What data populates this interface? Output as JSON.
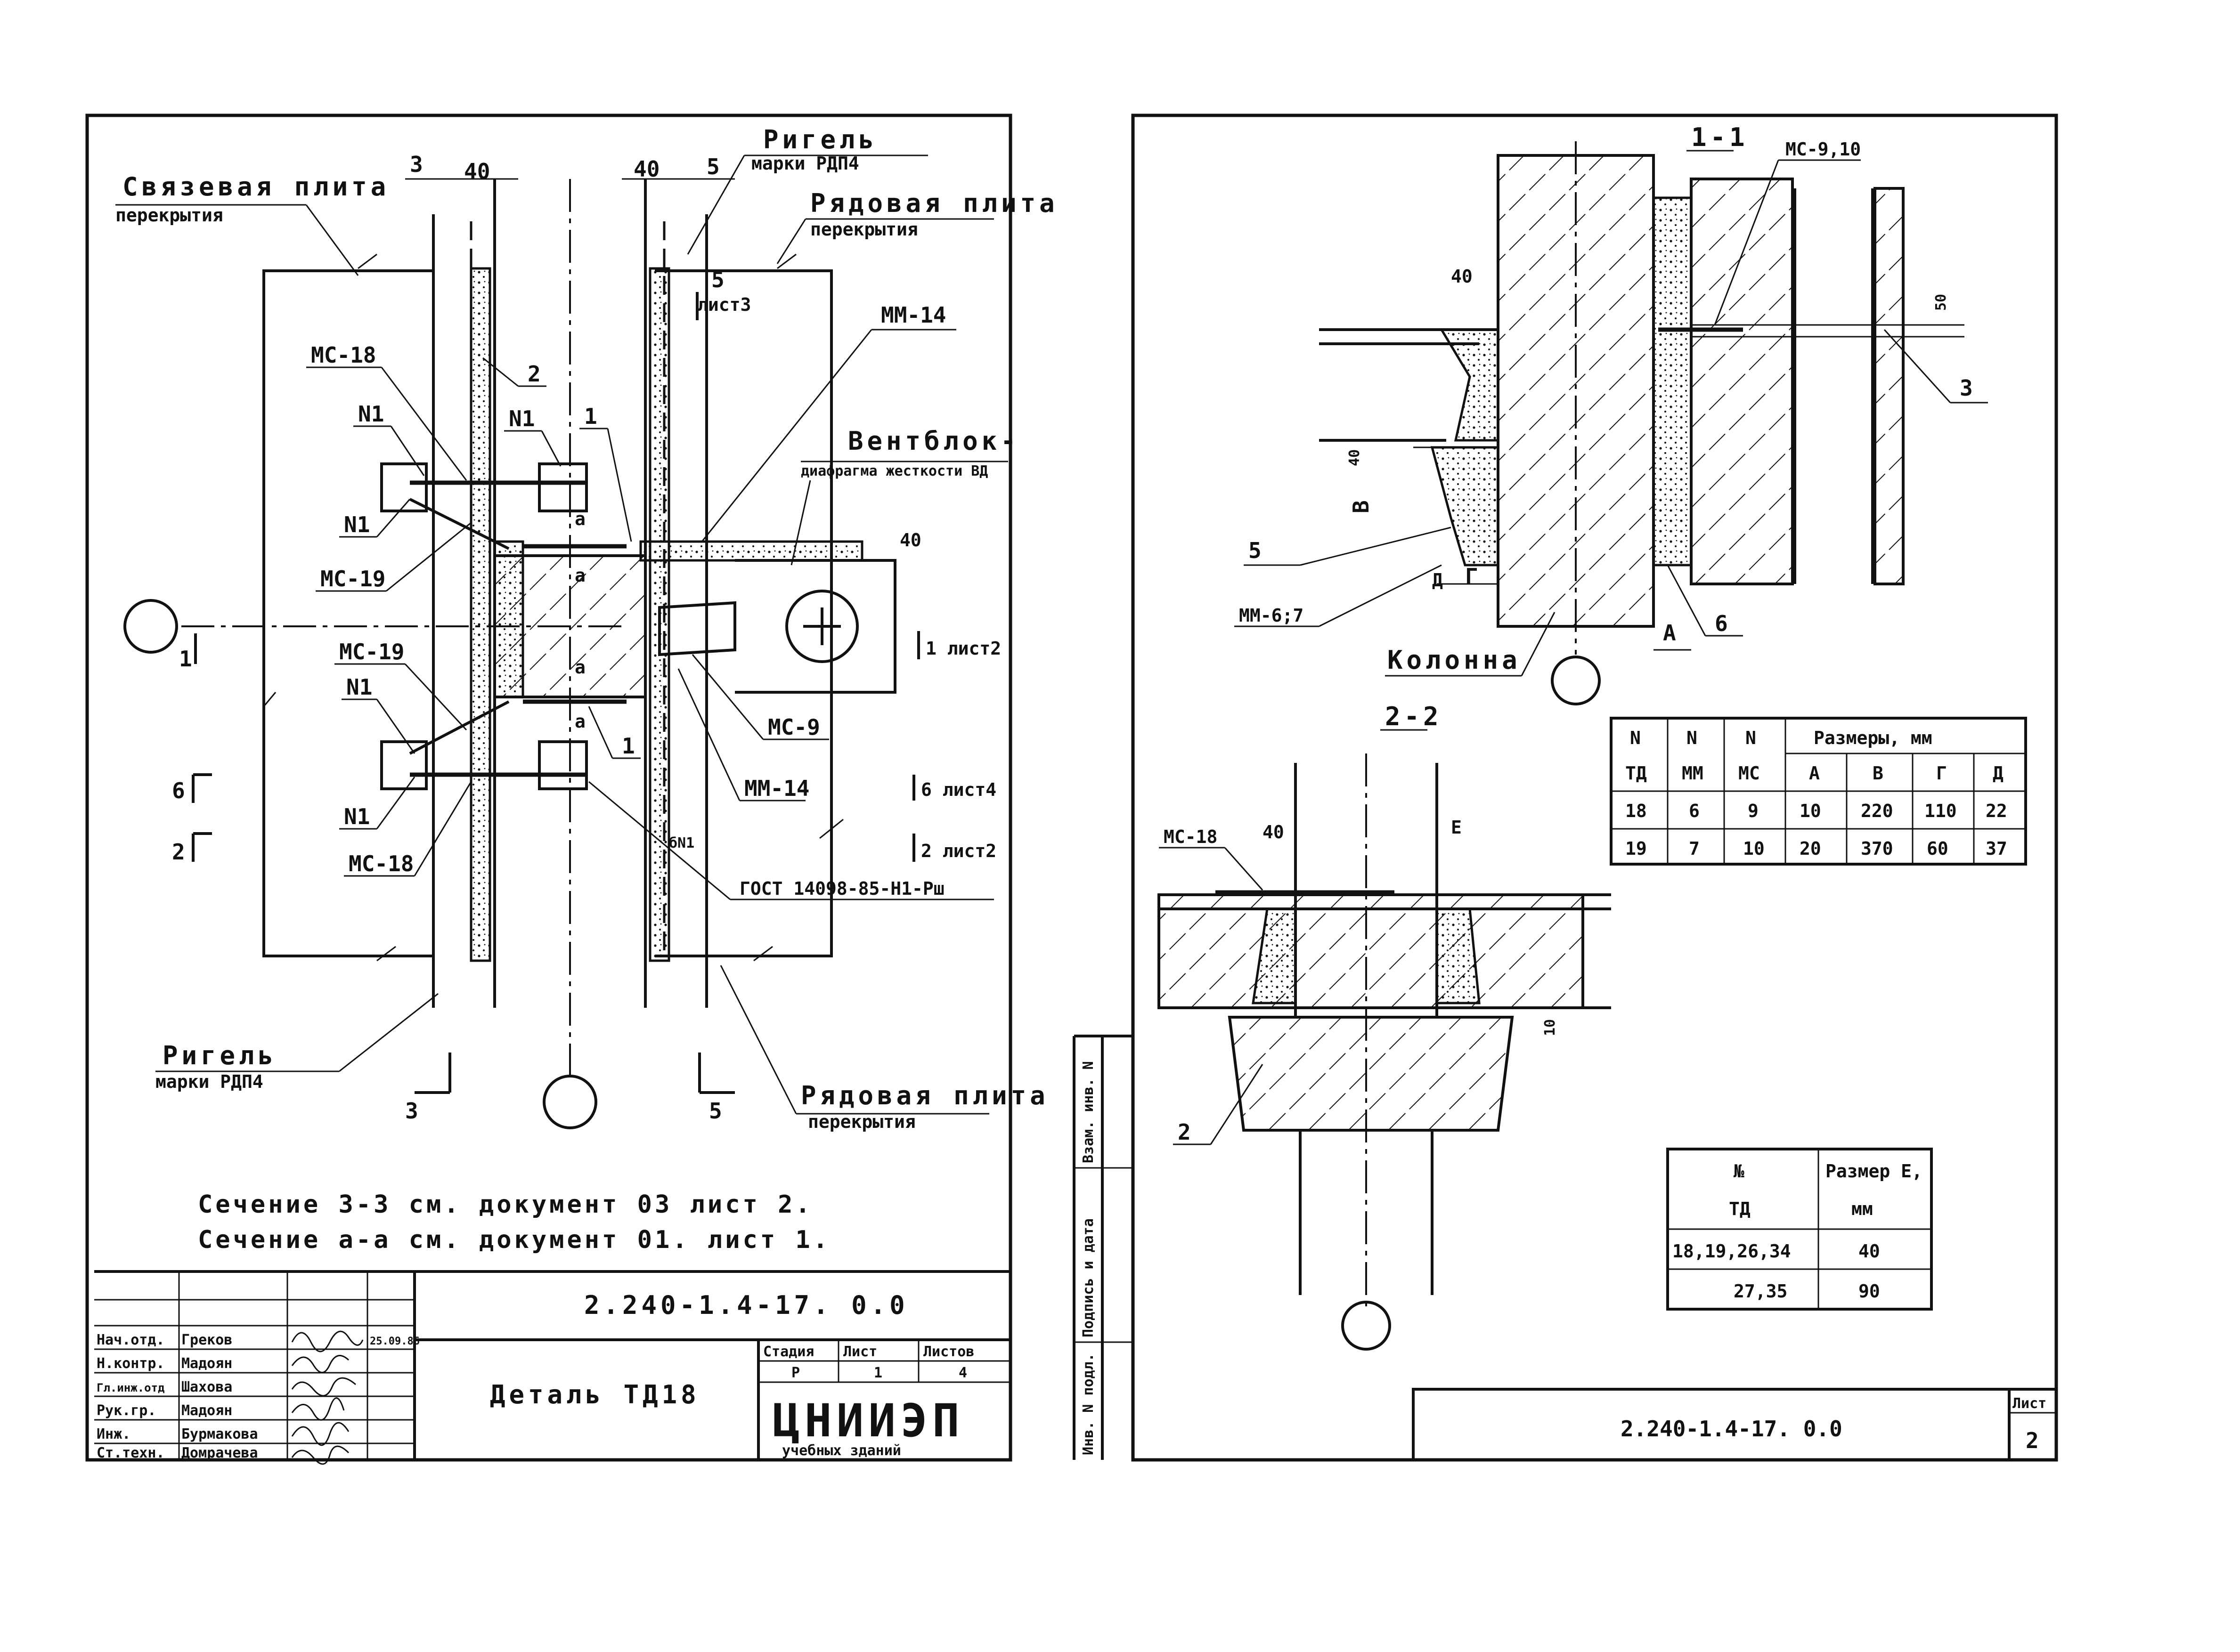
{
  "left_sheet": {
    "top_labels": {
      "dim_3": "3",
      "dim_40_left": "40",
      "dim_40_right": "40",
      "dim_5": "5",
      "riegel_top_1": "Ригель",
      "riegel_top_2": "марки РДП4",
      "row_slab_top_1": "Рядовая плита",
      "row_slab_top_2": "перекрытия",
      "link_slab_1": "Связевая плита",
      "link_slab_2": "перекрытия",
      "sec5_num": "5",
      "sec5_sheet": "лист3",
      "mm14_top": "ММ-14",
      "ventblock_1": "Вентблок-",
      "ventblock_2": "диафрагма жесткости ВД"
    },
    "callouts": {
      "mc18_top": "МС-18",
      "num_2": "2",
      "n1_a": "N1",
      "n1_b": "N1",
      "num_1_top": "1",
      "n1_c": "N1",
      "mc19_a": "МС-19",
      "mc19_b": "МС-19",
      "n1_d": "N1",
      "n1_e": "N1",
      "mc18_bottom": "МС-18",
      "num_1_mid": "1",
      "mc9": "МС-9",
      "mm14_bottom": "ММ-14",
      "dim_40_side": "40",
      "sheet2_1": "1 лист2",
      "sec1": "1",
      "sec6": "6",
      "sec2": "2",
      "sheet4_6": "6 лист4",
      "sheet2_2": "2 лист2",
      "bn1": "бN1",
      "gost": "ГОСТ 14098-85-Н1-Рш",
      "a1": "a",
      "a2": "a",
      "a3": "a",
      "a4": "a"
    },
    "bottom_labels": {
      "riegel_1": "Ригель",
      "riegel_2": "марки РДП4",
      "sec3": "3",
      "sec5": "5",
      "row_slab_1": "Рядовая плита",
      "row_slab_2": "перекрытия"
    },
    "notes": [
      "Сечение 3-3 см. документ 03 лист 2.",
      "Сечение а-а см. документ 01. лист 1."
    ],
    "title_block": {
      "code": "2.240-1.4-17. 0.0",
      "rows": [
        {
          "role": "Нач.отд.",
          "name": "Греков",
          "date": "25.09.86"
        },
        {
          "role": "Н.контр.",
          "name": "Мадоян",
          "date": ""
        },
        {
          "role": "Гл.инж.отд",
          "name": "Шахова",
          "date": ""
        },
        {
          "role": "Рук.гр.",
          "name": "Мадоян",
          "date": ""
        },
        {
          "role": "Инж.",
          "name": "Бурмакова",
          "date": ""
        },
        {
          "role": "Ст.техн.",
          "name": "Домрачева",
          "date": ""
        }
      ],
      "detail_title": "Деталь ТД18",
      "stage_label": "Стадия",
      "sheet_label": "Лист",
      "sheets_label": "Листов",
      "stage": "Р",
      "sheet": "1",
      "sheets": "4",
      "org": "ЦНИИЭП",
      "org_sub": "учебных зданий"
    }
  },
  "right_sheet": {
    "section_1": {
      "title": "1-1",
      "mc": "МС-9,10",
      "dim_40": "40",
      "dim_50": "50",
      "num_3": "3",
      "dim_40_v": "40",
      "dim_B": "В",
      "num_5": "5",
      "mm": "ММ-6;7",
      "dim_G": "Г",
      "dim_D": "Д",
      "dim_A": "А",
      "num_6": "6",
      "column": "Колонна"
    },
    "section_2": {
      "title": "2-2",
      "mc18": "МС-18",
      "dim_40": "40",
      "dim_E": "Е",
      "dim_10": "10",
      "num_2": "2"
    },
    "table_sizes": {
      "headers": [
        "N ТД",
        "N ММ",
        "N МС",
        "Размеры, мм"
      ],
      "h1": [
        "N",
        "N",
        "N",
        "Размеры, мм"
      ],
      "h2": [
        "ТД",
        "ММ",
        "МС",
        "А",
        "В",
        "Г",
        "Д"
      ],
      "rows": [
        [
          "18",
          "6",
          "9",
          "10",
          "220",
          "110",
          "22"
        ],
        [
          "19",
          "7",
          "10",
          "20",
          "370",
          "60",
          "37"
        ]
      ]
    },
    "table_e": {
      "h1": [
        "№",
        "Размер Е,"
      ],
      "h2": [
        "ТД",
        "мм"
      ],
      "rows": [
        [
          "18,19,26,34",
          "40"
        ],
        [
          "27,35",
          "90"
        ]
      ]
    },
    "side_strip": [
      "Инв. N подл.",
      "Подпись и дата",
      "Взам. инв. N"
    ],
    "title_block": {
      "code": "2.240-1.4-17. 0.0",
      "sheet_label": "Лист",
      "sheet": "2"
    }
  }
}
